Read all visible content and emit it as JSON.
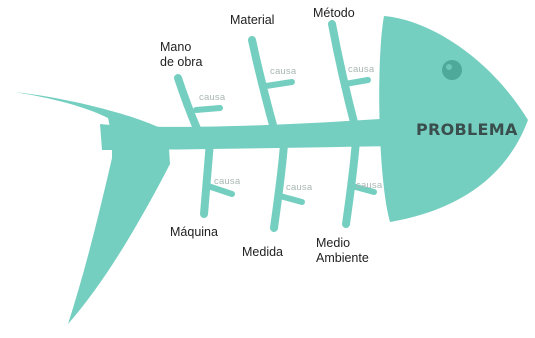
{
  "problem": "PROBLEMA",
  "categories": {
    "mano_de_obra": [
      "Mano",
      "de obra"
    ],
    "material": "Material",
    "metodo": "Método",
    "maquina": "Máquina",
    "medida": "Medida",
    "medio_ambiente": [
      "Medio",
      "Ambiente"
    ]
  },
  "cause_label": "causa",
  "colors": {
    "fish": "#75cfc0",
    "fish_dark": "#5fbfb0",
    "eye": "#4fa99a",
    "problem_text": "#3a4e4d",
    "cause_text": "#a9b7b4"
  }
}
